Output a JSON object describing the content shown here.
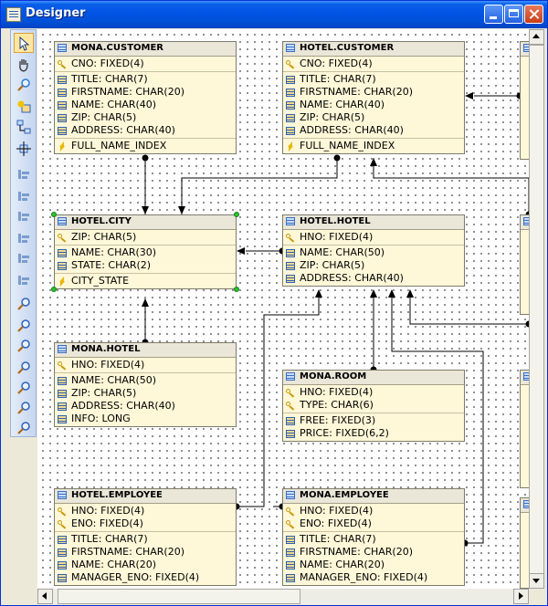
{
  "window": {
    "title": "Designer"
  },
  "toolbar": {
    "tools": [
      "pointer-icon",
      "hand-icon",
      "zoom-icon",
      "add-table-icon",
      "add-relation-icon",
      "center-icon",
      "align-left-icon",
      "align-center-icon",
      "align-right-icon",
      "align-top-icon",
      "align-middle-icon",
      "align-bottom-icon",
      "zoom-in-icon",
      "zoom-out-icon",
      "zoom-fit-icon",
      "zoom-100-icon",
      "zoom-width-icon",
      "zoom-height-icon",
      "zoom-page-icon"
    ]
  },
  "colors": {
    "entity_bg": "#FEF7D8",
    "header_bg": "#EAE6D8",
    "selected": "#27C32B"
  },
  "entities": [
    {
      "id": "mona-customer",
      "name": "MONA.CUSTOMER",
      "sections": [
        [
          {
            "type": "key",
            "text": "CNO: FIXED(4)"
          }
        ],
        [
          {
            "type": "col",
            "text": "TITLE: CHAR(7)"
          },
          {
            "type": "col",
            "text": "FIRSTNAME: CHAR(20)"
          },
          {
            "type": "col",
            "text": "NAME: CHAR(40)"
          },
          {
            "type": "col",
            "text": "ZIP: CHAR(5)"
          },
          {
            "type": "col",
            "text": "ADDRESS: CHAR(40)"
          }
        ],
        [
          {
            "type": "idx",
            "text": "FULL_NAME_INDEX"
          }
        ]
      ]
    },
    {
      "id": "hotel-customer",
      "name": "HOTEL.CUSTOMER",
      "sections": [
        [
          {
            "type": "key",
            "text": "CNO: FIXED(4)"
          }
        ],
        [
          {
            "type": "col",
            "text": "TITLE: CHAR(7)"
          },
          {
            "type": "col",
            "text": "FIRSTNAME: CHAR(20)"
          },
          {
            "type": "col",
            "text": "NAME: CHAR(40)"
          },
          {
            "type": "col",
            "text": "ZIP: CHAR(5)"
          },
          {
            "type": "col",
            "text": "ADDRESS: CHAR(40)"
          }
        ],
        [
          {
            "type": "idx",
            "text": "FULL_NAME_INDEX"
          }
        ]
      ]
    },
    {
      "id": "hotel-city",
      "name": "HOTEL.CITY",
      "sections": [
        [
          {
            "type": "key",
            "text": "ZIP: CHAR(5)"
          }
        ],
        [
          {
            "type": "col",
            "text": "NAME: CHAR(30)"
          },
          {
            "type": "col",
            "text": "STATE: CHAR(2)"
          }
        ],
        [
          {
            "type": "idx",
            "text": "CITY_STATE"
          }
        ]
      ]
    },
    {
      "id": "hotel-hotel",
      "name": "HOTEL.HOTEL",
      "sections": [
        [
          {
            "type": "key",
            "text": "HNO: FIXED(4)"
          }
        ],
        [
          {
            "type": "col",
            "text": "NAME: CHAR(50)"
          },
          {
            "type": "col",
            "text": "ZIP: CHAR(5)"
          },
          {
            "type": "col",
            "text": "ADDRESS: CHAR(40)"
          }
        ]
      ]
    },
    {
      "id": "mona-hotel",
      "name": "MONA.HOTEL",
      "sections": [
        [
          {
            "type": "key",
            "text": "HNO: FIXED(4)"
          }
        ],
        [
          {
            "type": "col",
            "text": "NAME: CHAR(50)"
          },
          {
            "type": "col",
            "text": "ZIP: CHAR(5)"
          },
          {
            "type": "col",
            "text": "ADDRESS: CHAR(40)"
          },
          {
            "type": "col",
            "text": "INFO: LONG"
          }
        ]
      ]
    },
    {
      "id": "mona-room",
      "name": "MONA.ROOM",
      "sections": [
        [
          {
            "type": "key",
            "text": "HNO: FIXED(4)"
          },
          {
            "type": "key",
            "text": "TYPE: CHAR(6)"
          }
        ],
        [
          {
            "type": "col",
            "text": "FREE: FIXED(3)"
          },
          {
            "type": "col",
            "text": "PRICE: FIXED(6,2)"
          }
        ]
      ]
    },
    {
      "id": "hotel-employee",
      "name": "HOTEL.EMPLOYEE",
      "sections": [
        [
          {
            "type": "key",
            "text": "HNO: FIXED(4)"
          },
          {
            "type": "key",
            "text": "ENO: FIXED(4)"
          }
        ],
        [
          {
            "type": "col",
            "text": "TITLE: CHAR(7)"
          },
          {
            "type": "col",
            "text": "FIRSTNAME: CHAR(20)"
          },
          {
            "type": "col",
            "text": "NAME: CHAR(20)"
          },
          {
            "type": "col",
            "text": "MANAGER_ENO: FIXED(4)"
          }
        ]
      ]
    },
    {
      "id": "mona-employee",
      "name": "MONA.EMPLOYEE",
      "sections": [
        [
          {
            "type": "key",
            "text": "HNO: FIXED(4)"
          },
          {
            "type": "key",
            "text": "ENO: FIXED(4)"
          }
        ],
        [
          {
            "type": "col",
            "text": "TITLE: CHAR(7)"
          },
          {
            "type": "col",
            "text": "FIRSTNAME: CHAR(20)"
          },
          {
            "type": "col",
            "text": "NAME: CHAR(20)"
          },
          {
            "type": "col",
            "text": "MANAGER_ENO: FIXED(4)"
          }
        ]
      ]
    }
  ]
}
